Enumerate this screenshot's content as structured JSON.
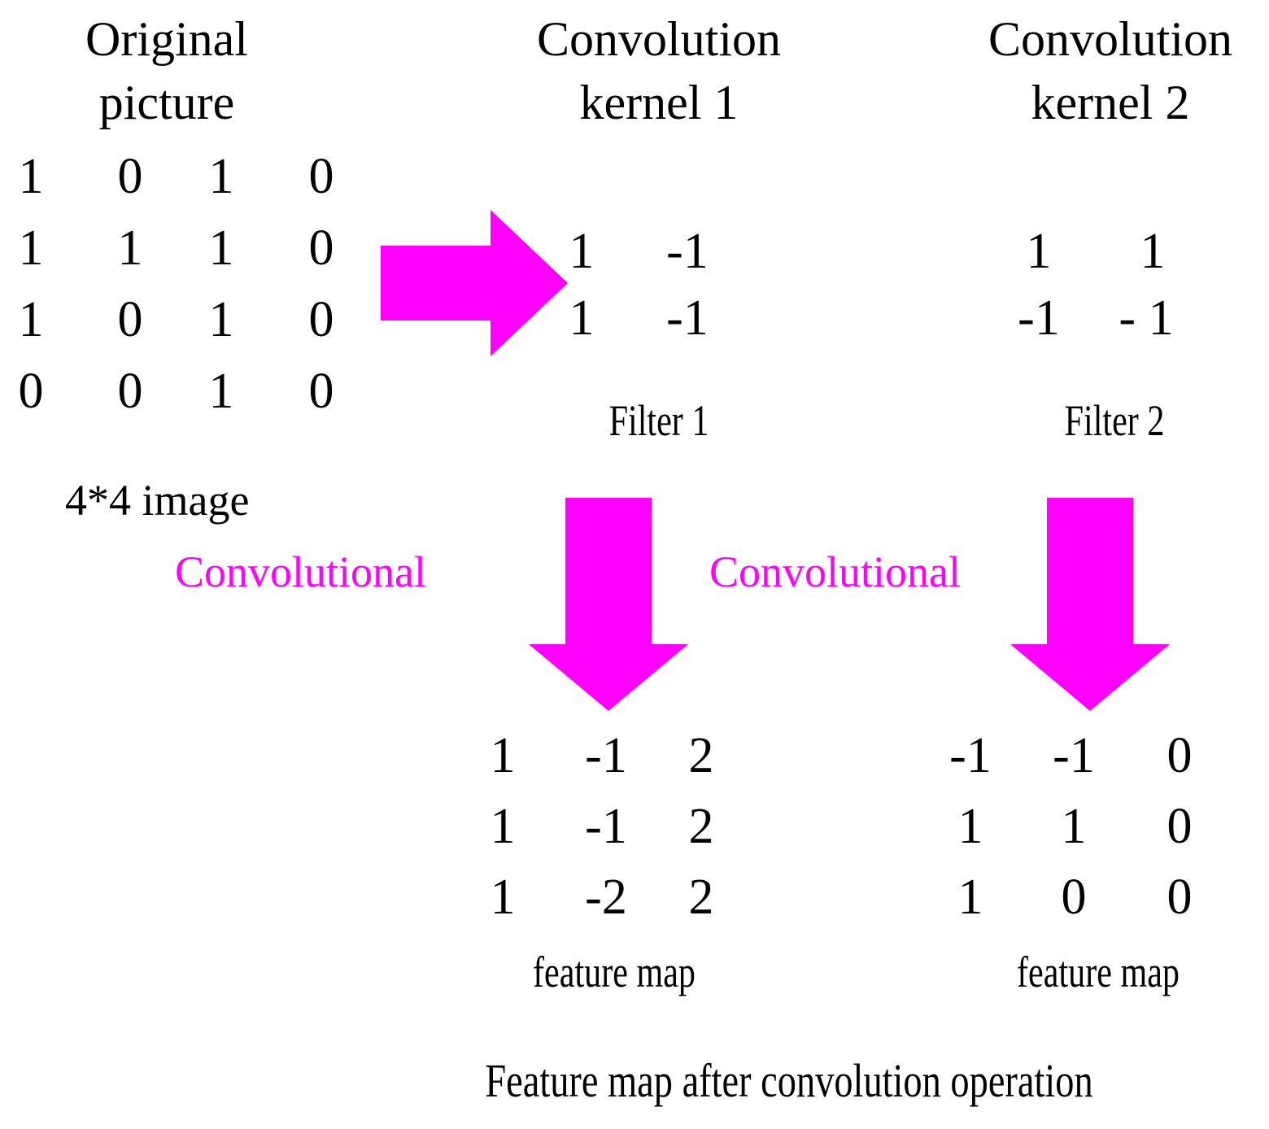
{
  "diagram": {
    "title_caption": "Feature map after convolution operation",
    "accent_color": "#FF00FF",
    "text_color": "#000000",
    "background_color": "#FFFFFF"
  },
  "input": {
    "header_line1": "Original",
    "header_line2": "picture",
    "matrix": [
      [
        "1",
        "0",
        "1",
        "0"
      ],
      [
        "1",
        "1",
        "1",
        "0"
      ],
      [
        "1",
        "0",
        "1",
        "0"
      ],
      [
        "0",
        "0",
        "1",
        "0"
      ]
    ],
    "size_label": "4*4 image"
  },
  "arrows": {
    "right_arrow_name": "right-arrow",
    "down_arrow_1_name": "down-arrow-1",
    "down_arrow_2_name": "down-arrow-2"
  },
  "kernel1": {
    "header_line1": "Convolution",
    "header_line2": "kernel 1",
    "matrix": [
      [
        "1",
        "-1"
      ],
      [
        "1",
        "-1"
      ]
    ],
    "filter_label": "Filter 1",
    "op_label": "Convolutional"
  },
  "kernel2": {
    "header_line1": "Convolution",
    "header_line2": "kernel 2",
    "matrix": [
      [
        "1",
        "1"
      ],
      [
        "-1",
        "- 1"
      ]
    ],
    "filter_label": "Filter 2",
    "op_label": "Convolutional"
  },
  "feature_map1": {
    "matrix": [
      [
        "1",
        "-1",
        "2"
      ],
      [
        "1",
        "-1",
        "2"
      ],
      [
        "1",
        "-2",
        "2"
      ]
    ],
    "label": "feature map"
  },
  "feature_map2": {
    "matrix": [
      [
        "-1",
        "-1",
        "0"
      ],
      [
        "1",
        "1",
        "0"
      ],
      [
        "1",
        "0",
        "0"
      ]
    ],
    "label": "feature map"
  }
}
